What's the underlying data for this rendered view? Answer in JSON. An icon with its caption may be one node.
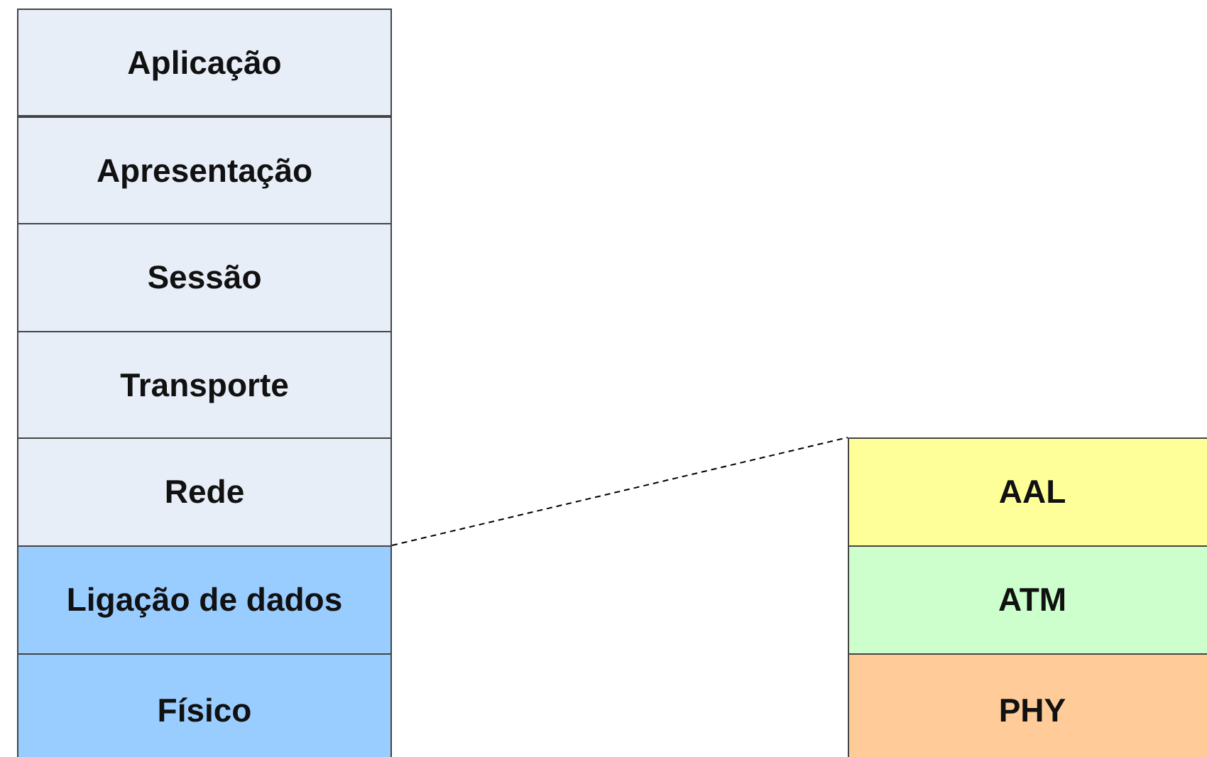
{
  "diagram": {
    "nodes": [
      {
        "text": [
          "Aplicação"
        ]
      },
      {
        "text": [
          "Apresentação"
        ]
      },
      {
        "text": [
          "Sessão"
        ]
      },
      {
        "text": [
          "Transporte"
        ]
      },
      {
        "text": [
          "Rede"
        ]
      },
      {
        "text": [
          "Ligação de dados"
        ]
      },
      {
        "text": [
          "Físico"
        ]
      },
      {
        "text": [
          "AAL"
        ]
      },
      {
        "text": [
          "ATM"
        ]
      },
      {
        "text": [
          "PHY"
        ]
      }
    ],
    "edges": [
      {
        "from": 5,
        "to": 7,
        "arrow": "none",
        "style": "dashed"
      }
    ]
  }
}
